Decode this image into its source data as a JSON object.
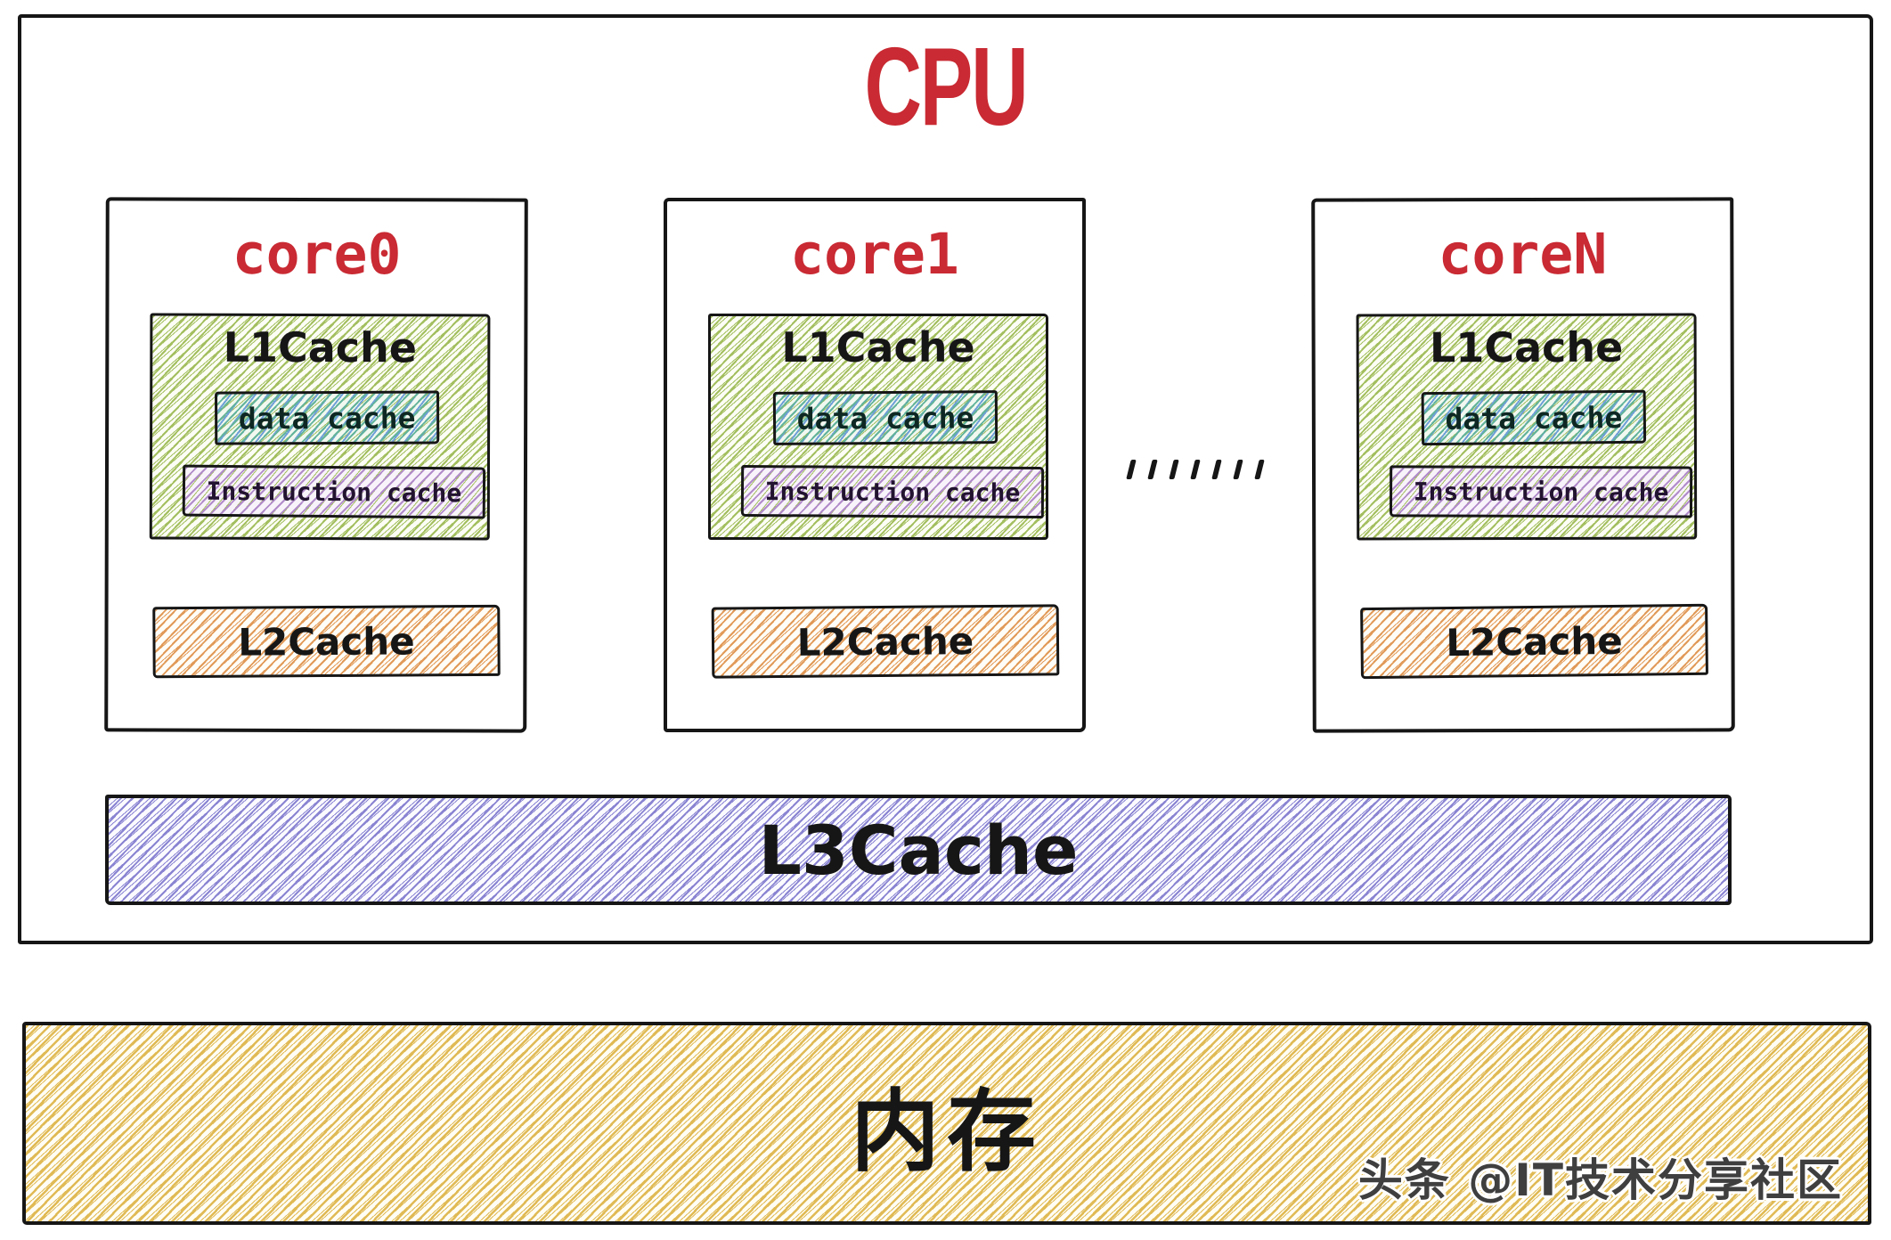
{
  "colors": {
    "title-red": "#c92a33",
    "ink": "#161616",
    "hatch-green": "#a3bf5f",
    "hatch-teal": "#62b39b",
    "hatch-blue": "#6f9fd8",
    "hatch-purple": "#b18bca",
    "hatch-orange": "#e19a58",
    "hatch-violet": "#8a84d2",
    "hatch-gold": "#e0ba55",
    "watermark-gray": "#3f3f3f"
  },
  "cpu": {
    "label": "CPU",
    "cores": [
      {
        "title": "core0",
        "l1_label": "L1Cache",
        "data_cache_label": "data cache",
        "instruction_cache_label": "Instruction cache",
        "l2_label": "L2Cache"
      },
      {
        "title": "core1",
        "l1_label": "L1Cache",
        "data_cache_label": "data cache",
        "instruction_cache_label": "Instruction cache",
        "l2_label": "L2Cache"
      },
      {
        "title": "coreN",
        "l1_label": "L1Cache",
        "data_cache_label": "data cache",
        "instruction_cache_label": "Instruction cache",
        "l2_label": "L2Cache"
      }
    ],
    "l3_label": "L3Cache"
  },
  "memory": {
    "label": "内存"
  },
  "watermark": "头条 @IT技术分享社区"
}
